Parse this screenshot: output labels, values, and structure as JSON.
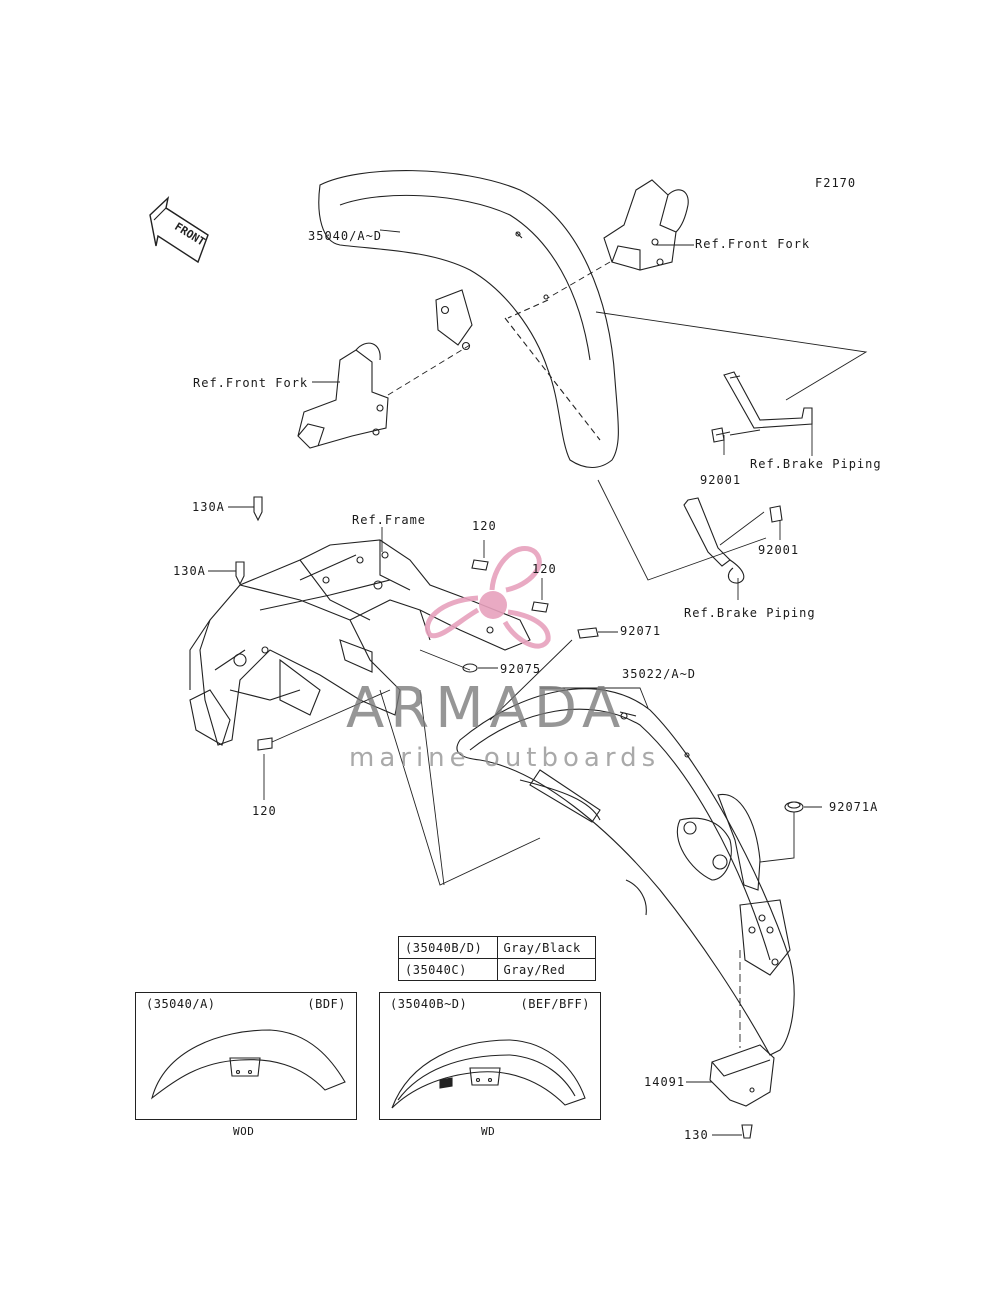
{
  "figure_id": "F2170",
  "front_arrow": "FRONT",
  "labels": {
    "front_fender": "35040/A~D",
    "ref_front_fork_right": "Ref.Front Fork",
    "ref_front_fork_left": "Ref.Front Fork",
    "bolt_92001_a": "92001",
    "ref_brake_piping_a": "Ref.Brake Piping",
    "bolt_92001_b": "92001",
    "ref_brake_piping_b": "Ref.Brake Piping",
    "bolt_130a_a": "130A",
    "bolt_130a_b": "130A",
    "ref_frame": "Ref.Frame",
    "bolt_120_a": "120",
    "bolt_120_b": "120",
    "bolt_120_c": "120",
    "part_92071": "92071",
    "part_92075": "92075",
    "rear_fender": "35022/A~D",
    "part_92071a": "92071A",
    "part_14091": "14091",
    "bolt_130": "130"
  },
  "color_table": [
    {
      "code": "(35040B/D)",
      "color": "Gray/Black"
    },
    {
      "code": "(35040C)",
      "color": "Gray/Red"
    }
  ],
  "insets": [
    {
      "code": "(35040/A)",
      "model": "(BDF)",
      "caption": "WOD"
    },
    {
      "code": "(35040B~D)",
      "model": "(BEF/BFF)",
      "caption": "WD"
    }
  ],
  "watermark": {
    "title": "ARMADA",
    "subtitle": "marine outboards",
    "logo_color": "#e7a1bd"
  }
}
